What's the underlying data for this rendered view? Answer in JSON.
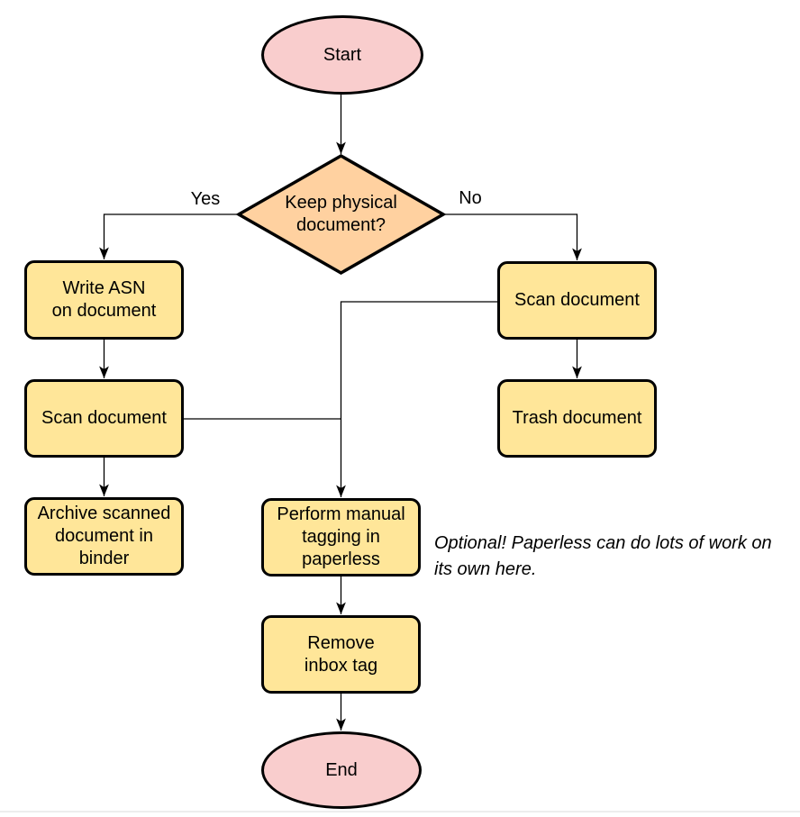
{
  "nodes": {
    "start": {
      "label": "Start"
    },
    "decision": {
      "label": "Keep physical\ndocument?"
    },
    "write_asn": {
      "label": "Write ASN\non document"
    },
    "scan_left": {
      "label": "Scan document"
    },
    "archive": {
      "label": "Archive scanned\ndocument in\nbinder"
    },
    "scan_right": {
      "label": "Scan document"
    },
    "trash": {
      "label": "Trash document"
    },
    "tagging": {
      "label": "Perform manual\ntagging in\npaperless"
    },
    "remove_tag": {
      "label": "Remove\ninbox tag"
    },
    "end": {
      "label": "End"
    }
  },
  "edge_labels": {
    "yes": "Yes",
    "no": "No"
  },
  "note": "Optional! Paperless can do lots of work on\nits own here.",
  "colors": {
    "terminal_fill": "#F9CDCD",
    "decision_fill": "#FFD1A0",
    "process_fill": "#FFE699",
    "stroke": "#000000",
    "line": "#000000",
    "page_edge": "#EDEDED"
  }
}
